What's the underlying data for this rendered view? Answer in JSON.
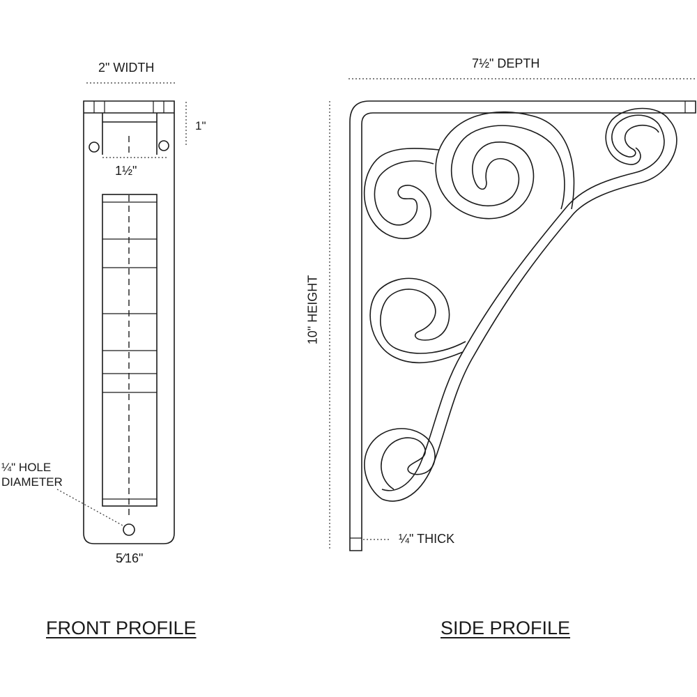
{
  "front": {
    "width_label": "2\" WIDTH",
    "tab_label": "1\"",
    "inner_label": "1½\"",
    "hole_label_line1": "¼\" HOLE",
    "hole_label_line2": "DIAMETER",
    "bottom_label": "5⁄16\"",
    "title": "FRONT PROFILE"
  },
  "side": {
    "depth_label": "7½\" DEPTH",
    "height_label": "10\" HEIGHT",
    "thick_label": "¼\" THICK",
    "title": "SIDE PROFILE"
  },
  "colors": {
    "ink": "#1a1a1a",
    "background": "#ffffff"
  }
}
